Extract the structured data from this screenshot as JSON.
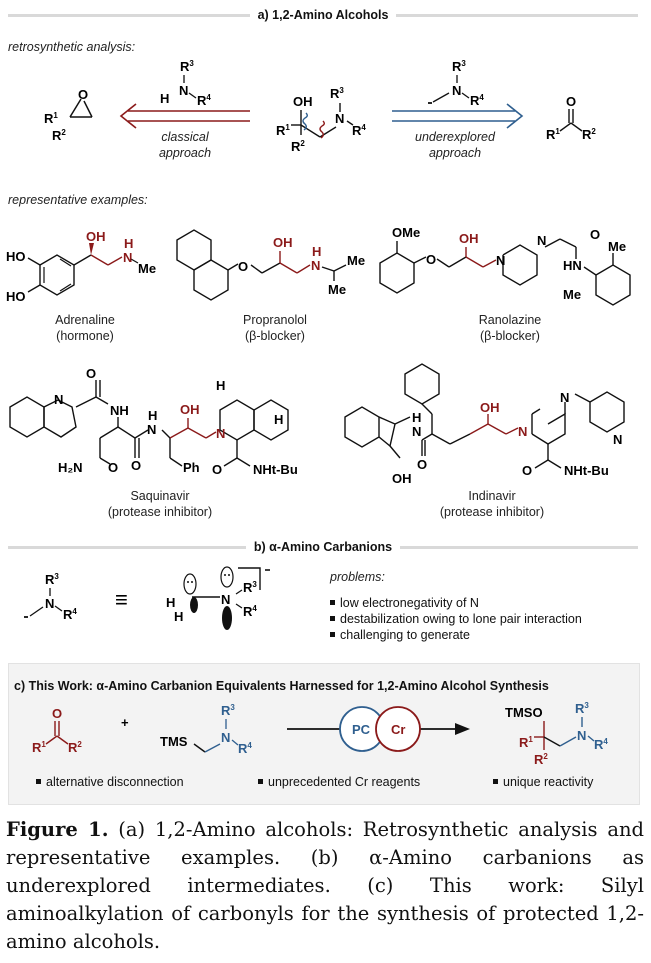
{
  "colors": {
    "red": "#8b1a1a",
    "blue": "#2f5f8f",
    "rule": "#d9d9d9",
    "box_bg": "#f3f3f3"
  },
  "section_a": {
    "title": "a) 1,2-Amino Alcohols",
    "retro_label": "retrosynthetic analysis:",
    "classical": {
      "line1": "classical",
      "line2": "approach"
    },
    "underexplored": {
      "line1": "underexplored",
      "line2": "approach"
    },
    "examples_label": "representative examples:",
    "examples": [
      {
        "name": "Adrenaline",
        "class": "(hormone)"
      },
      {
        "name": "Propranolol",
        "class": "(β-blocker)"
      },
      {
        "name": "Ranolazine",
        "class": "(β-blocker)"
      },
      {
        "name": "Saquinavir",
        "class": "(protease inhibitor)"
      },
      {
        "name": "Indinavir",
        "class": "(protease inhibitor)"
      }
    ]
  },
  "section_b": {
    "title": "b) α-Amino Carbanions",
    "problems_label": "problems:",
    "problems": [
      "low electronegativity of N",
      "destabilization owing to lone pair interaction",
      "challenging to generate"
    ]
  },
  "section_c": {
    "title": "c) This Work: α-Amino Carbanion Equivalents Harnessed for 1,2-Amino Alcohol Synthesis",
    "catalyst_pc": "PC",
    "catalyst_cr": "Cr",
    "plus": "+",
    "bullets": [
      "alternative disconnection",
      "unprecedented Cr reagents",
      "unique reactivity"
    ]
  },
  "labels": {
    "R1": "R",
    "R2": "R",
    "R3": "R",
    "R4": "R",
    "OH": "OH",
    "O": "O",
    "N": "N",
    "H": "H",
    "HO": "HO",
    "Me": "Me",
    "OMe": "OMe",
    "HN": "HN",
    "NH": "NH",
    "H2N": "H₂N",
    "Ph": "Ph",
    "NHtBu": "NHt-Bu",
    "TMS": "TMS",
    "TMSO": "TMSO",
    "equiv": "≡"
  },
  "caption": {
    "figure_label": "Figure 1.",
    "text": " (a) 1,2-Amino alcohols: Retrosynthetic analysis and representative examples. (b) α-Amino carbanions as underexplored intermediates. (c) This work: Silyl aminoalkylation of carbonyls for the synthesis of protected 1,2-amino alcohols."
  }
}
